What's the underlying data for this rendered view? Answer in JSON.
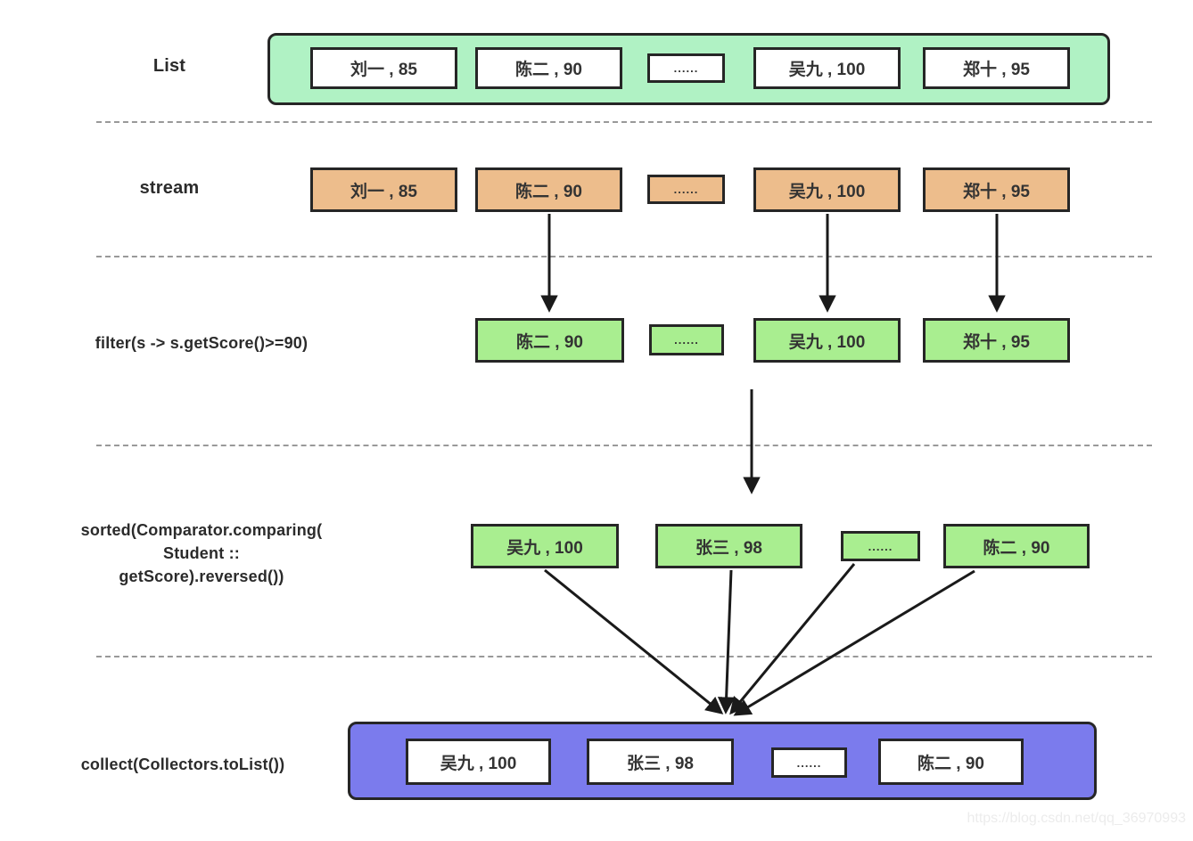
{
  "rows": {
    "list": {
      "label": "List",
      "items": [
        "刘一 , 85",
        "陈二 , 90",
        "......",
        "吴九 , 100",
        "郑十 , 95"
      ]
    },
    "stream": {
      "label": "stream",
      "items": [
        "刘一 , 85",
        "陈二 , 90",
        "......",
        "吴九 , 100",
        "郑十 , 95"
      ]
    },
    "filter": {
      "label": "filter(s -> s.getScore()>=90)",
      "items": [
        "陈二 , 90",
        "......",
        "吴九 , 100",
        "郑十 , 95"
      ]
    },
    "sorted": {
      "label_lines": [
        "sorted(Comparator.comparing(",
        "Student ::",
        "getScore).reversed())"
      ],
      "items": [
        "吴九 , 100",
        "张三 , 98",
        "......",
        "陈二 , 90"
      ]
    },
    "collect": {
      "label": "collect(Collectors.toList())",
      "items": [
        "吴九 , 100",
        "张三 , 98",
        "......",
        "陈二 , 90"
      ]
    }
  },
  "colors": {
    "list_container": "#b0f2c4",
    "stream_box": "#edbd8c",
    "filter_box": "#a9ee90",
    "collect_container": "#7b7bed",
    "item_border": "#262626",
    "arrow": "#1a1a1a"
  },
  "watermark": "https://blog.csdn.net/qq_36970993"
}
